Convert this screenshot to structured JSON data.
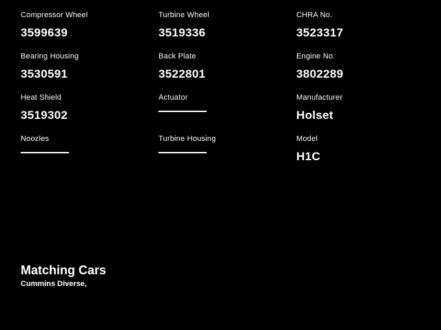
{
  "colors": {
    "background": "#000000",
    "text": "#ffffff"
  },
  "fields": [
    {
      "label": "Compressor Wheel",
      "value": "3599639"
    },
    {
      "label": "Turbine Wheel",
      "value": "3519336"
    },
    {
      "label": "CHRA No.",
      "value": "3523317"
    },
    {
      "label": "Bearing Housing",
      "value": "3530591"
    },
    {
      "label": "Back Plate",
      "value": "3522801"
    },
    {
      "label": "Engine No.",
      "value": "3802289"
    },
    {
      "label": "Heat Shield",
      "value": "3519302"
    },
    {
      "label": "Actuator",
      "value": ""
    },
    {
      "label": "Manufacturer",
      "value": "Holset"
    },
    {
      "label": "Noozles",
      "value": ""
    },
    {
      "label": "Turbine Housing",
      "value": ""
    },
    {
      "label": "Model",
      "value": "H1C"
    }
  ],
  "footer": {
    "heading": "Matching Cars",
    "subtext": "Cummins Diverse,"
  }
}
